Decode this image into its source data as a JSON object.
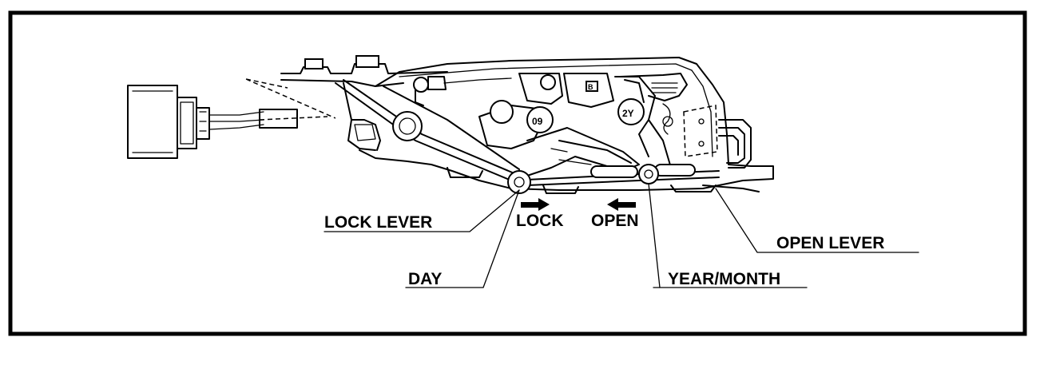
{
  "labels": {
    "lock_lever": "LOCK LEVER",
    "lock": "LOCK",
    "open": "OPEN",
    "open_lever": "OPEN LEVER",
    "day": "DAY",
    "year_month": "YEAR/MONTH",
    "date_code_day": "09",
    "date_code_year": "2Y",
    "part_mark": "B"
  },
  "colors": {
    "ink": "#000000",
    "paper": "#ffffff"
  }
}
